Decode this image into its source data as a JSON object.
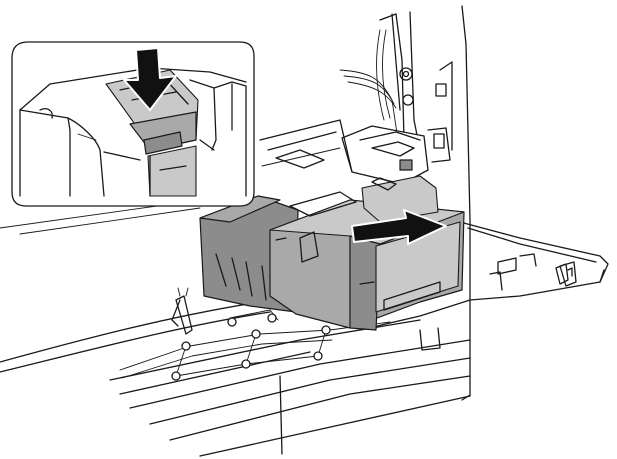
{
  "figure": {
    "kind": "printer-service-illustration",
    "callout": {
      "arrow_direction": "down",
      "arrow_color": "#111111"
    },
    "main_view": {
      "arrow_direction": "right",
      "arrow_color": "#111111"
    },
    "colors": {
      "line": "#1a1a1a",
      "shade_dark": "#8c8c8c",
      "shade_mid": "#a9a9a9",
      "shade_light": "#c9c9c9",
      "background": "#ffffff"
    }
  }
}
